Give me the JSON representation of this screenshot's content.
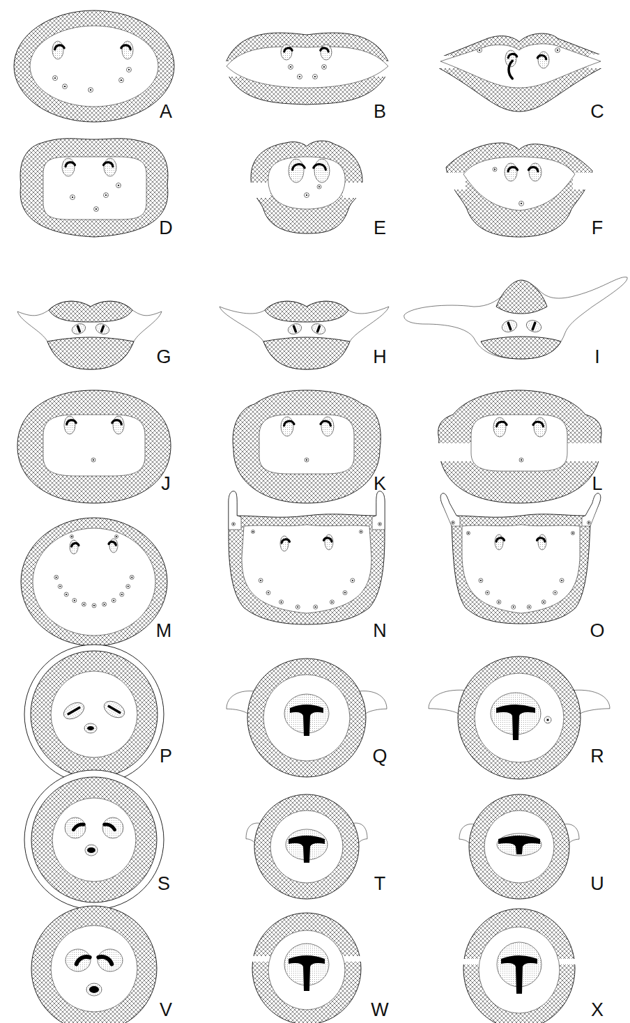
{
  "diagram": {
    "labels": [
      "A",
      "B",
      "C",
      "D",
      "E",
      "F",
      "G",
      "H",
      "I",
      "J",
      "K",
      "L",
      "M",
      "N",
      "O",
      "P",
      "Q",
      "R",
      "S",
      "T",
      "U",
      "V",
      "W",
      "X"
    ]
  }
}
